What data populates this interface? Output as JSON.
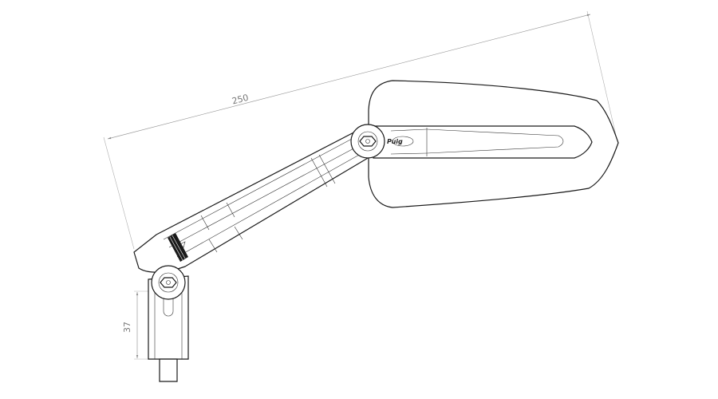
{
  "drawing": {
    "dimension_length": "250",
    "dimension_height": "37",
    "brand_logo": "Puig",
    "colors": {
      "line": "#1a1a1a",
      "dimension": "#9a9a9a",
      "background": "#ffffff"
    }
  }
}
